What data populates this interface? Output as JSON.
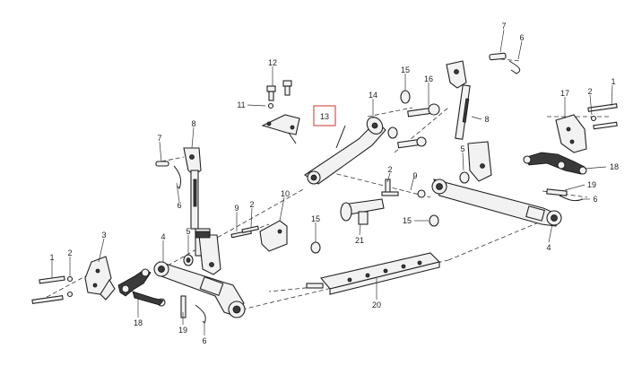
{
  "diagram": {
    "callouts": [
      {
        "id": "c1",
        "label": "1"
      },
      {
        "id": "c2",
        "label": "2"
      },
      {
        "id": "c3",
        "label": "3"
      },
      {
        "id": "c4",
        "label": "4"
      },
      {
        "id": "c5",
        "label": "5"
      },
      {
        "id": "c6",
        "label": "6"
      },
      {
        "id": "c7",
        "label": "7"
      },
      {
        "id": "c8",
        "label": "8"
      },
      {
        "id": "c9",
        "label": "9"
      },
      {
        "id": "c10",
        "label": "10"
      },
      {
        "id": "c11",
        "label": "11"
      },
      {
        "id": "c12",
        "label": "12"
      },
      {
        "id": "c13",
        "label": "13"
      },
      {
        "id": "c14",
        "label": "14"
      },
      {
        "id": "c15",
        "label": "15"
      },
      {
        "id": "c16",
        "label": "16"
      },
      {
        "id": "c17",
        "label": "17"
      },
      {
        "id": "c18",
        "label": "18"
      },
      {
        "id": "c19",
        "label": "19"
      },
      {
        "id": "c20",
        "label": "20"
      },
      {
        "id": "c21",
        "label": "21"
      }
    ],
    "highlighted": "13",
    "highlight_color": "#d9534f"
  }
}
